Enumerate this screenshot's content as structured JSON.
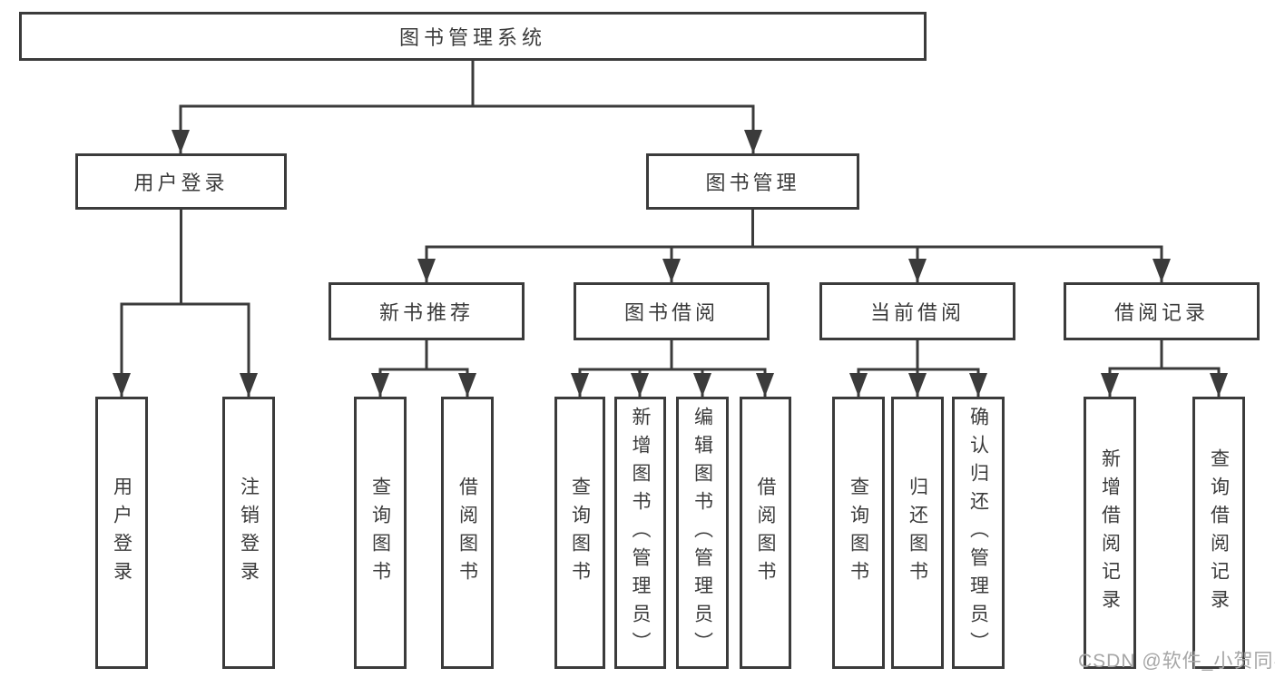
{
  "colors": {
    "line": "#3b3b3b",
    "text": "#3b3b3b",
    "watermark": "#a6a6a6",
    "background": "#ffffff"
  },
  "watermark": "CSDN @软件_小贺同学",
  "diagram": {
    "type": "tree",
    "root": {
      "label": "图书管理系统"
    },
    "level2": [
      {
        "label": "用户登录"
      },
      {
        "label": "图书管理"
      }
    ],
    "level3": [
      {
        "label": "新书推荐",
        "parent": "图书管理"
      },
      {
        "label": "图书借阅",
        "parent": "图书管理"
      },
      {
        "label": "当前借阅",
        "parent": "图书管理"
      },
      {
        "label": "借阅记录",
        "parent": "图书管理"
      }
    ],
    "leaves": [
      {
        "label": "用户登录",
        "parent": "用户登录"
      },
      {
        "label": "注销登录",
        "parent": "用户登录"
      },
      {
        "label": "查询图书",
        "parent": "新书推荐"
      },
      {
        "label": "借阅图书",
        "parent": "新书推荐"
      },
      {
        "label": "查询图书",
        "parent": "图书借阅"
      },
      {
        "label": "新增图书（管理员）",
        "parent": "图书借阅"
      },
      {
        "label": "编辑图书（管理员）",
        "parent": "图书借阅"
      },
      {
        "label": "借阅图书",
        "parent": "图书借阅"
      },
      {
        "label": "查询图书",
        "parent": "当前借阅"
      },
      {
        "label": "归还图书",
        "parent": "当前借阅"
      },
      {
        "label": "确认归还（管理员）",
        "parent": "当前借阅"
      },
      {
        "label": "新增借阅记录",
        "parent": "借阅记录"
      },
      {
        "label": "查询借阅记录",
        "parent": "借阅记录"
      }
    ]
  }
}
